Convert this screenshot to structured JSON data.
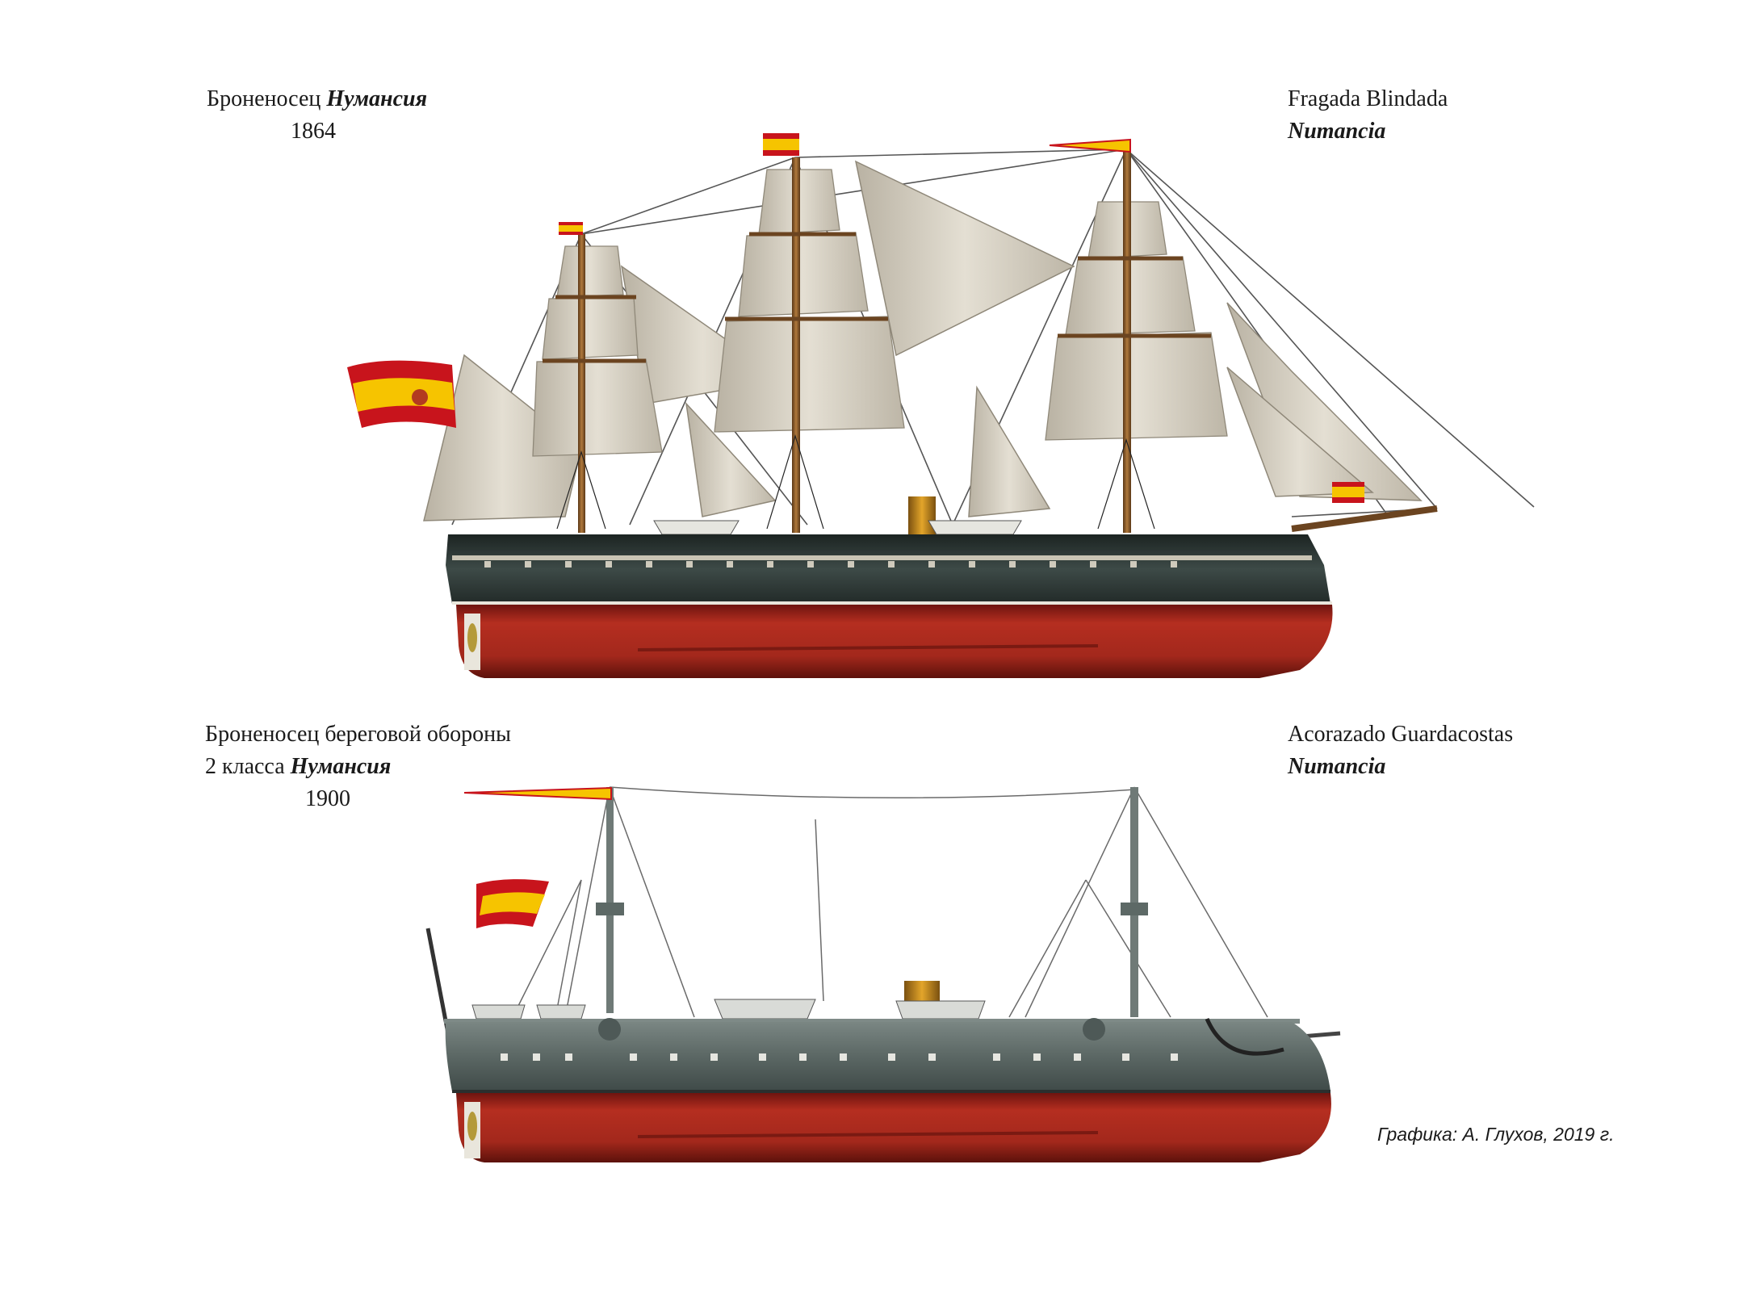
{
  "top_ship": {
    "ru_caption": {
      "line1_prefix": "Броненосец",
      "line1_name": "Нумансия",
      "year": "1864"
    },
    "es_caption": {
      "line1": "Fragada Blindada",
      "line2": "Numancia"
    }
  },
  "bottom_ship": {
    "ru_caption": {
      "line1": "Броненосец береговой обороны",
      "line2_prefix": "2 класса",
      "line2_name": "Нумансия",
      "year": "1900"
    },
    "es_caption": {
      "line1": "Acorazado Guardacostas",
      "line2": "Numancia"
    }
  },
  "credit": "Графика: А. Глухов, 2019 г.",
  "colors": {
    "hull_upper": "#2f3a38",
    "hull_lower": "#a8291d",
    "sail": "#d9d3c4",
    "mast": "#8a5a2b",
    "flag_red": "#c8141c",
    "flag_yellow": "#f6c400",
    "grey_hull": "#5d6a66"
  }
}
